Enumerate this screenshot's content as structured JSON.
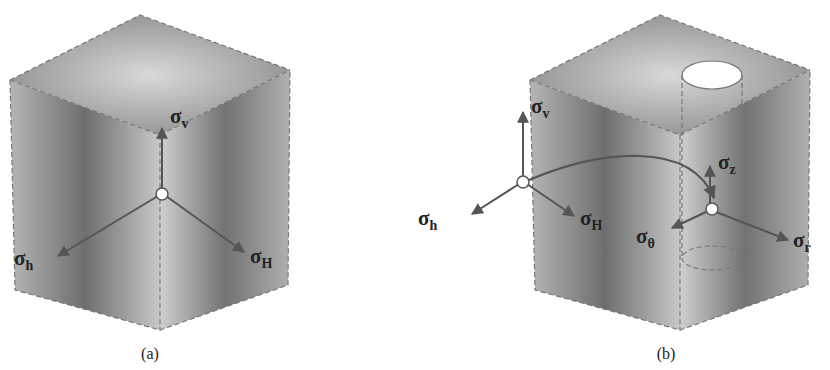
{
  "diagram": {
    "labels": [
      "σv",
      "σh",
      "σH",
      "(a)",
      "σv",
      "σh",
      "σH",
      "σz",
      "σθ",
      "σr",
      "(b)"
    ]
  }
}
